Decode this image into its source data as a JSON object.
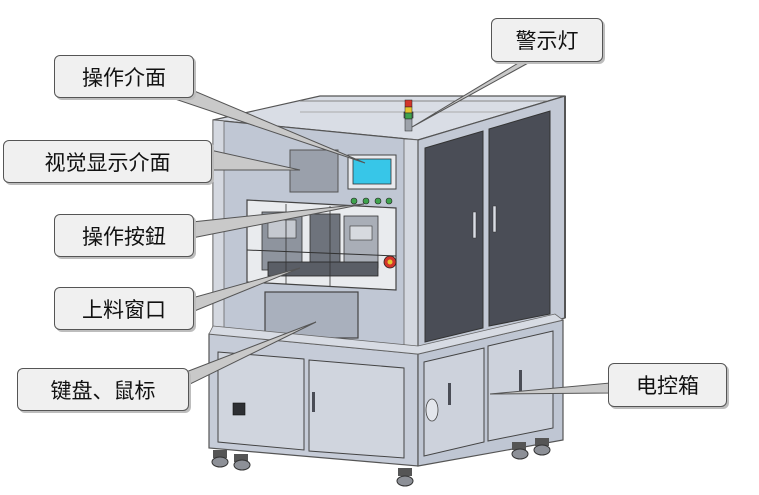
{
  "labels": {
    "warning_light": "警示灯",
    "operation_panel": "操作介面",
    "vision_display": "视觉显示介面",
    "operation_buttons": "操作按鈕",
    "loading_window": "上料窗口",
    "keyboard_mouse": "键盘、鼠标",
    "control_cabinet": "电控箱"
  },
  "colors": {
    "frame": "#c9ced8",
    "panel": "#b9c1d0",
    "dark_panel": "#4a4d56",
    "screen": "#37c6e8",
    "light_red": "#d2352b",
    "light_yellow": "#e6c531",
    "light_green": "#3fa34d"
  }
}
